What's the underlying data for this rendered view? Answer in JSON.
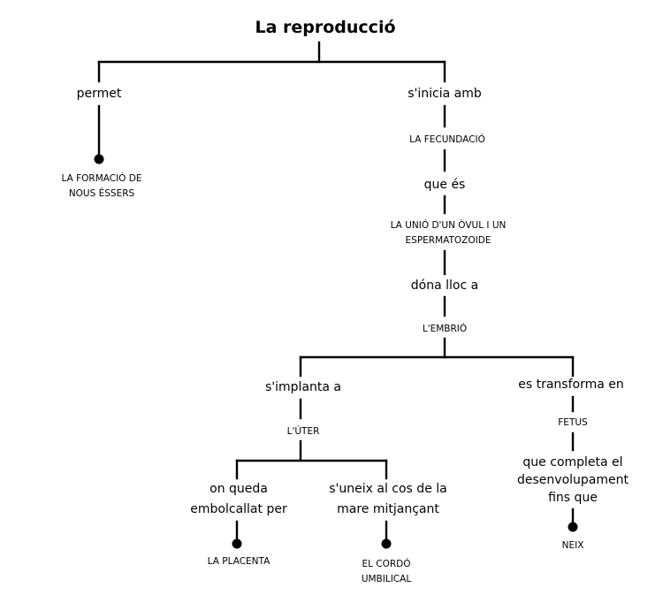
{
  "title": "La reproducció",
  "left": {
    "link": "permet",
    "concept_lines": [
      "LA FORMACIÓ DE",
      "NOUS ÉSSERS"
    ]
  },
  "center": {
    "link1": "s'inicia amb",
    "concept1": "LA FECUNDACIÓ",
    "link2": "que és",
    "concept2_lines": [
      "LA UNIÓ D'UN ÒVUL I UN",
      "ESPERMATOZOIDE"
    ],
    "link3": "dóna lloc a",
    "concept3": "L'EMBRIÓ"
  },
  "branch_uter": {
    "link": "s'implanta a",
    "concept": "L'ÚTER",
    "sub_left": {
      "link_lines": [
        "on queda",
        "embolcallat per"
      ],
      "concept": "LA PLACENTA"
    },
    "sub_right": {
      "link_lines": [
        "s'uneix al cos de la",
        "mare mitjançant"
      ],
      "concept_lines": [
        "EL CORDÓ",
        "UMBILICAL"
      ]
    }
  },
  "branch_fetus": {
    "link": "es transforma en",
    "concept": "FETUS",
    "link2_lines": [
      "que completa el",
      "desenvolupament",
      "fins que"
    ],
    "concept2": "NEIX"
  }
}
